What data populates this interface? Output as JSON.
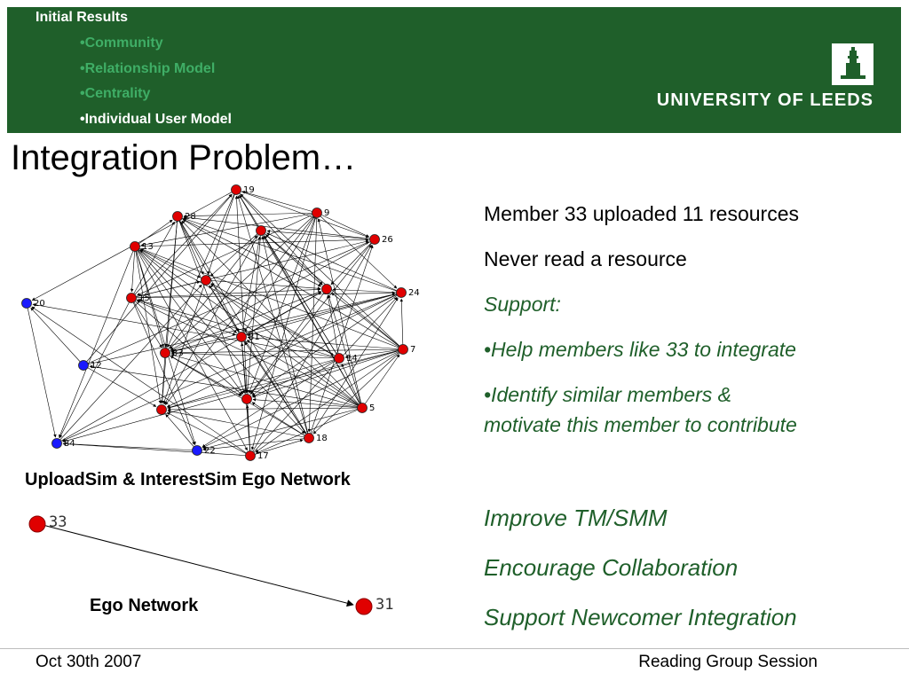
{
  "header": {
    "section_title": "Initial Results",
    "nav_items": [
      {
        "label": "•Community",
        "active": false
      },
      {
        "label": "•Relationship Model",
        "active": false
      },
      {
        "label": "•Centrality",
        "active": false
      },
      {
        "label": "•Individual User Model",
        "active": true
      }
    ],
    "university": "UNIVERSITY OF LEEDS",
    "banner_color": "#1f5f2a"
  },
  "title": "Integration Problem…",
  "network": {
    "caption": "UploadSim & InterestSim Ego Network",
    "nodes": [
      {
        "id": "19",
        "color": "red"
      },
      {
        "id": "28",
        "color": "red"
      },
      {
        "id": "9",
        "color": "red"
      },
      {
        "id": "13",
        "color": "red"
      },
      {
        "id": "26",
        "color": "red"
      },
      {
        "id": "15",
        "color": "red"
      },
      {
        "id": "24",
        "color": "red"
      },
      {
        "id": "20",
        "color": "blue"
      },
      {
        "id": "12",
        "color": "blue"
      },
      {
        "id": "33",
        "color": "red"
      },
      {
        "id": "31",
        "color": "red"
      },
      {
        "id": "14",
        "color": "red"
      },
      {
        "id": "7",
        "color": "red"
      },
      {
        "id": "5",
        "color": "red"
      },
      {
        "id": "18",
        "color": "red"
      },
      {
        "id": "34",
        "color": "blue"
      },
      {
        "id": "22",
        "color": "blue"
      },
      {
        "id": "17",
        "color": "red"
      }
    ]
  },
  "ego": {
    "caption": "Ego Network",
    "from": "33",
    "to": "31"
  },
  "right_panel": {
    "line1": "Member 33 uploaded 11 resources",
    "line2": "Never read a resource",
    "support_label": "Support:",
    "bullet1": "•Help members like 33 to integrate",
    "bullet2a": "•Identify similar members &",
    "bullet2b": "motivate this member to contribute",
    "action1": "Improve TM/SMM",
    "action2": "Encourage Collaboration",
    "action3": "Support Newcomer Integration"
  },
  "footer": {
    "date": "Oct 30th 2007",
    "session": "Reading Group Session"
  }
}
